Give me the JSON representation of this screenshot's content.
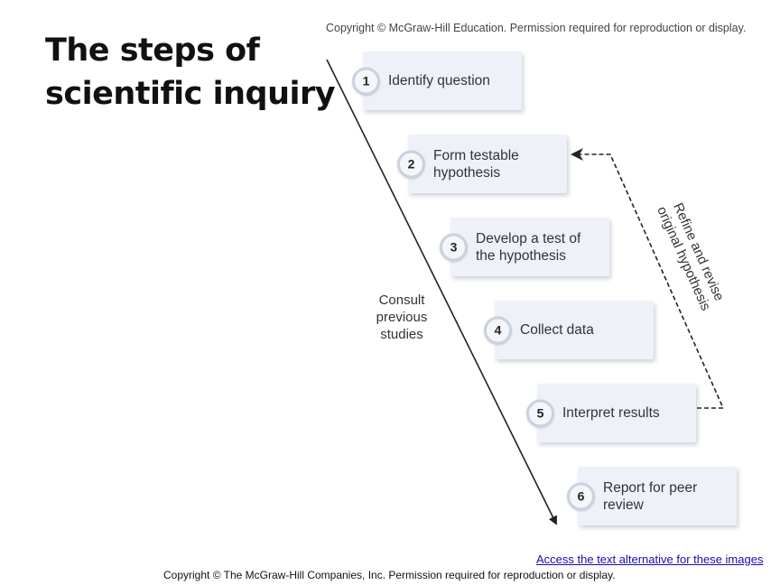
{
  "title_lines": [
    "The steps of",
    "scientific inquiry"
  ],
  "copyright_top": "Copyright © McGraw-Hill Education. Permission required for reproduction or display.",
  "steps": [
    {
      "number": "1",
      "label": "Identify question"
    },
    {
      "number": "2",
      "label": "Form testable\nhypothesis"
    },
    {
      "number": "3",
      "label": "Develop a test of\nthe hypothesis"
    },
    {
      "number": "4",
      "label": "Collect data"
    },
    {
      "number": "5",
      "label": "Interpret results"
    },
    {
      "number": "6",
      "label": "Report for peer\nreview"
    }
  ],
  "consult_label": "Consult\nprevious\nstudies",
  "refine_label": "Refine and revise\noriginal hypothesis",
  "access_link": "Access the text alternative for these images",
  "copyright_bottom": "Copyright © The McGraw-Hill Companies, Inc. Permission required for reproduction or display."
}
